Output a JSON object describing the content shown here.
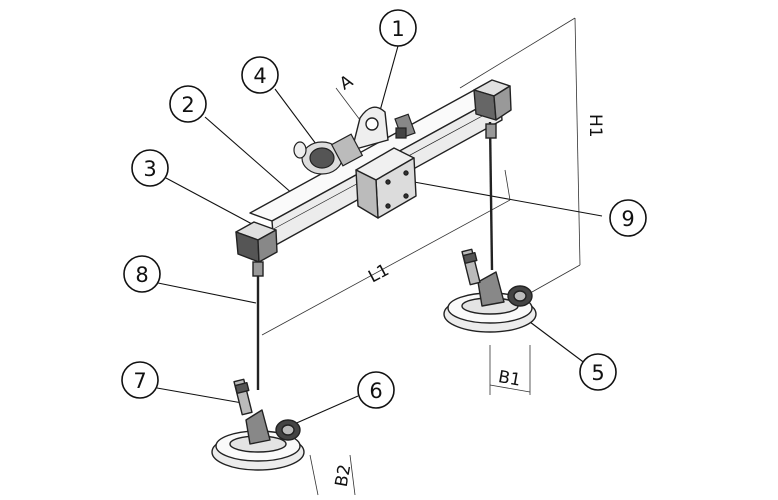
{
  "callouts": {
    "c1": "1",
    "c2": "2",
    "c3": "3",
    "c4": "4",
    "c5": "5",
    "c6": "6",
    "c7": "7",
    "c8": "8",
    "c9": "9"
  },
  "dimensions": {
    "a": "A",
    "h1": "H1",
    "l1": "L1",
    "b1": "B1",
    "b2": "B2"
  }
}
